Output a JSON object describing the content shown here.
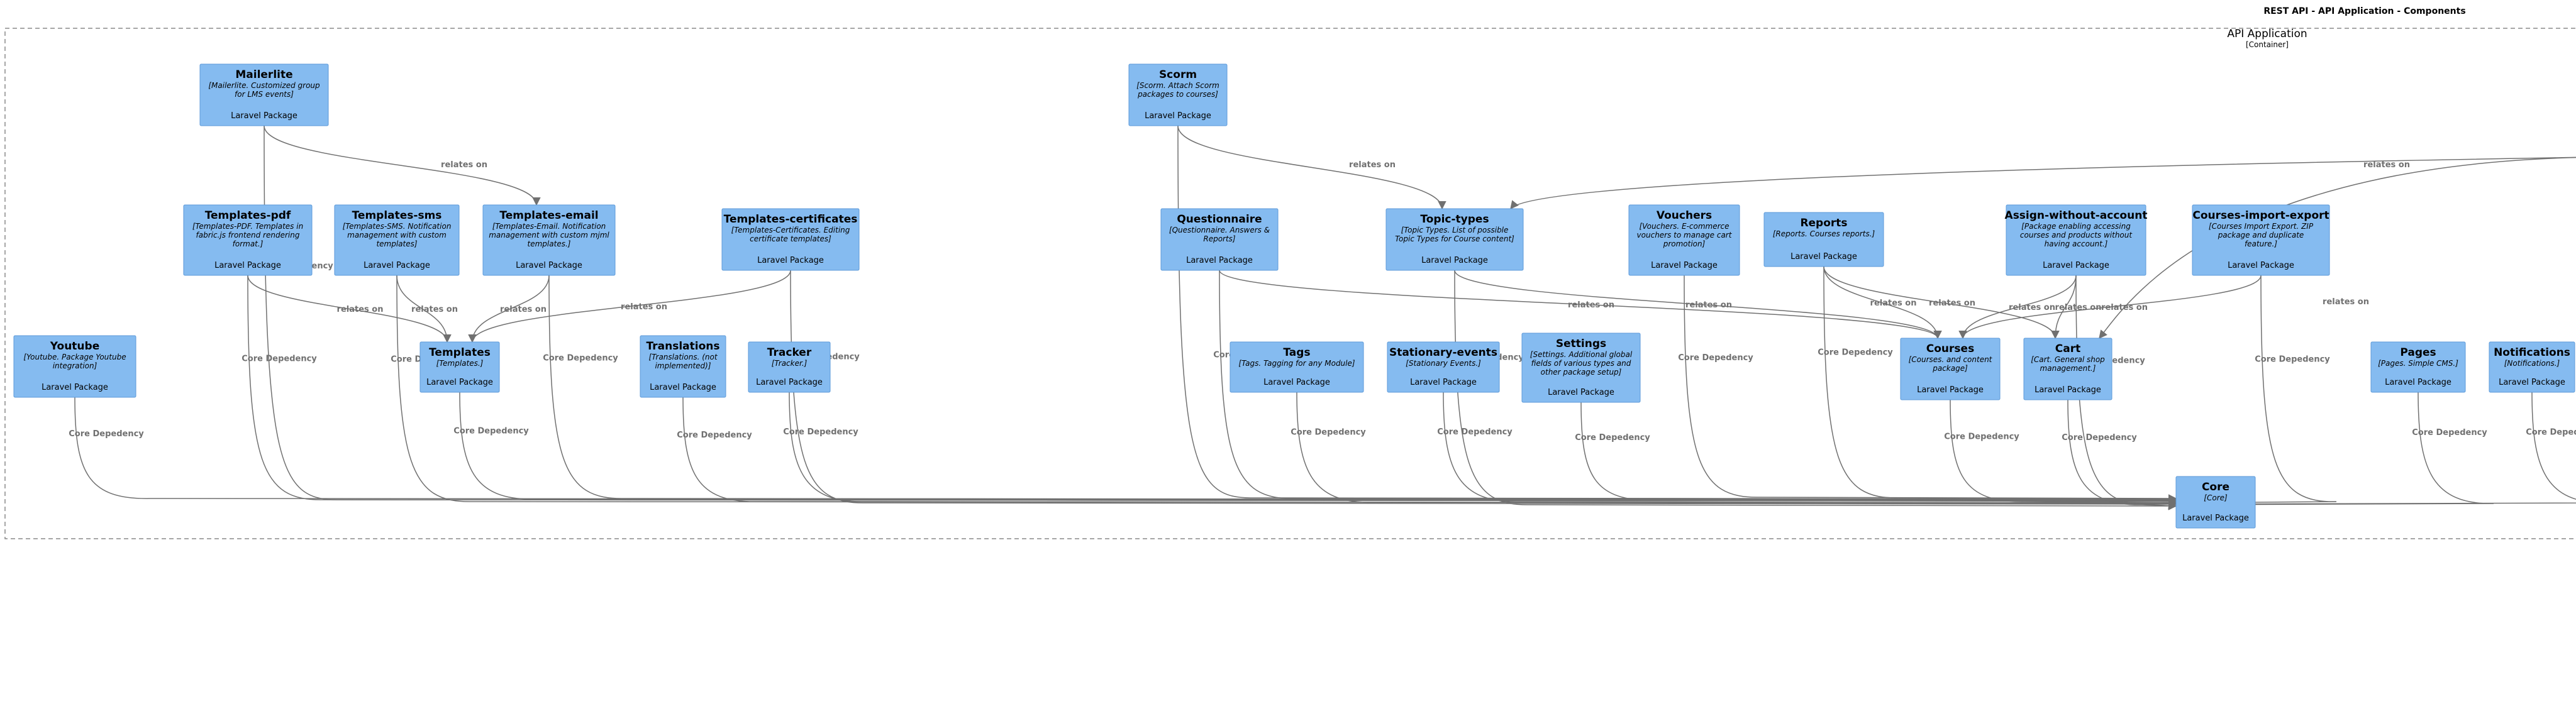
{
  "title": "REST API - API Application - Components",
  "boundary": {
    "name": "API Application",
    "type": "[Container]"
  },
  "nodes": [
    {
      "id": "mailerlite",
      "name": "Mailerlite",
      "desc": [
        "[Mailerlite. Customized group",
        "for LMS events]"
      ],
      "tech": "Laravel Package"
    },
    {
      "id": "scorm",
      "name": "Scorm",
      "desc": [
        "[Scorm. Attach Scorm",
        "packages to courses]"
      ],
      "tech": "Laravel Package"
    },
    {
      "id": "templates-pdf",
      "name": "Templates-pdf",
      "desc": [
        "[Templates-PDF. Templates in",
        "fabric.js frontend rendering",
        "format.]"
      ],
      "tech": "Laravel Package"
    },
    {
      "id": "templates-sms",
      "name": "Templates-sms",
      "desc": [
        "[Templates-SMS. Notification",
        "management with custom",
        "templates]"
      ],
      "tech": "Laravel Package"
    },
    {
      "id": "templates-email",
      "name": "Templates-email",
      "desc": [
        "[Templates-Email. Notification",
        "management with custom mjml",
        "templates.]"
      ],
      "tech": "Laravel Package"
    },
    {
      "id": "templates-certificates",
      "name": "Templates-certificates",
      "desc": [
        "[Templates-Certificates. Editing",
        "certificate templates]"
      ],
      "tech": "Laravel Package"
    },
    {
      "id": "questionnaire",
      "name": "Questionnaire",
      "desc": [
        "[Questionnaire. Answers &",
        "Reports]"
      ],
      "tech": "Laravel Package"
    },
    {
      "id": "topic-types",
      "name": "Topic-types",
      "desc": [
        "[Topic Types. List of possible",
        "Topic Types for Course content]"
      ],
      "tech": "Laravel Package"
    },
    {
      "id": "vouchers",
      "name": "Vouchers",
      "desc": [
        "[Vouchers. E-commerce",
        "vouchers to manage cart",
        "promotion]"
      ],
      "tech": "Laravel Package"
    },
    {
      "id": "reports",
      "name": "Reports",
      "desc": [
        "[Reports. Courses reports.]"
      ],
      "tech": "Laravel Package"
    },
    {
      "id": "assign-without-account",
      "name": "Assign-without-account",
      "desc": [
        "[Package enabling accessing",
        "courses and products without",
        "having account.]"
      ],
      "tech": "Laravel Package"
    },
    {
      "id": "courses-import-export",
      "name": "Courses-import-export",
      "desc": [
        "[Courses Import Export. ZIP",
        "package and duplicate",
        "feature.]"
      ],
      "tech": "Laravel Package"
    },
    {
      "id": "youtube",
      "name": "Youtube",
      "desc": [
        "[Youtube. Package Youtube",
        "integration]"
      ],
      "tech": "Laravel Package"
    },
    {
      "id": "templates",
      "name": "Templates",
      "desc": [
        "[Templates.]"
      ],
      "tech": "Laravel Package"
    },
    {
      "id": "translations",
      "name": "Translations",
      "desc": [
        "[Translations. (not",
        "implemented)]"
      ],
      "tech": "Laravel Package"
    },
    {
      "id": "tracker",
      "name": "Tracker",
      "desc": [
        "[Tracker.]"
      ],
      "tech": "Laravel Package"
    },
    {
      "id": "tags",
      "name": "Tags",
      "desc": [
        "[Tags. Tagging for any Module]"
      ],
      "tech": "Laravel Package"
    },
    {
      "id": "stationary-events",
      "name": "Stationary-events",
      "desc": [
        "[Stationary Events.]"
      ],
      "tech": "Laravel Package"
    },
    {
      "id": "settings",
      "name": "Settings",
      "desc": [
        "[Settings. Additional global",
        "fields of various types and",
        "other package setup]"
      ],
      "tech": "Laravel Package"
    },
    {
      "id": "courses",
      "name": "Courses",
      "desc": [
        "[Courses. and content",
        "package]"
      ],
      "tech": "Laravel Package"
    },
    {
      "id": "cart",
      "name": "Cart",
      "desc": [
        "[Cart. General shop",
        "management.]"
      ],
      "tech": "Laravel Package"
    },
    {
      "id": "pages",
      "name": "Pages",
      "desc": [
        "[Pages. Simple CMS.]"
      ],
      "tech": "Laravel Package"
    },
    {
      "id": "notifications",
      "name": "Notifications",
      "desc": [
        "[Notifications.]"
      ],
      "tech": "Laravel Package"
    },
    {
      "id": "core",
      "name": "Core",
      "desc": [
        "[Core]"
      ],
      "tech": "Laravel Package"
    }
  ],
  "relations": [
    {
      "from": "mailerlite",
      "to": "templates-email",
      "label": "relates on"
    },
    {
      "from": "scorm",
      "to": "topic-types",
      "label": "relates on"
    },
    {
      "from": "offscreen-right",
      "to": "topic-types",
      "label": "relates on"
    },
    {
      "from": "templates-pdf",
      "to": "templates",
      "label": "relates on"
    },
    {
      "from": "templates-sms",
      "to": "templates",
      "label": "relates on"
    },
    {
      "from": "templates-email",
      "to": "templates",
      "label": "relates on"
    },
    {
      "from": "templates-certificates",
      "to": "templates",
      "label": "relates on"
    },
    {
      "from": "questionnaire",
      "to": "courses",
      "label": "relates on"
    },
    {
      "from": "topic-types",
      "to": "courses",
      "label": "relates on"
    },
    {
      "from": "reports",
      "to": "courses",
      "label": "relates on"
    },
    {
      "from": "reports",
      "to": "cart",
      "label": "relates on"
    },
    {
      "from": "assign-without-account",
      "to": "courses",
      "label": "relates on"
    },
    {
      "from": "assign-without-account",
      "to": "cart",
      "label": "relates on"
    },
    {
      "from": "courses-import-export",
      "to": "courses",
      "label": "relates on"
    },
    {
      "from": "offscreen-right",
      "to": "cart",
      "label": "relates on"
    },
    {
      "from": "mailerlite",
      "to": "core",
      "label": "Core Depedency"
    },
    {
      "from": "templates-pdf",
      "to": "core",
      "label": "Core Depedency"
    },
    {
      "from": "templates-sms",
      "to": "core",
      "label": "Core Depedency"
    },
    {
      "from": "templates-email",
      "to": "core",
      "label": "Core Depedency"
    },
    {
      "from": "templates-certificates",
      "to": "core",
      "label": "Core Depedency"
    },
    {
      "from": "scorm",
      "to": "core",
      "label": "Core Depedency"
    },
    {
      "from": "questionnaire",
      "to": "core",
      "label": "Core Depedency"
    },
    {
      "from": "topic-types",
      "to": "core",
      "label": "Core Depedency"
    },
    {
      "from": "vouchers",
      "to": "core",
      "label": "Core Depedency"
    },
    {
      "from": "reports",
      "to": "core",
      "label": "Core Depedency"
    },
    {
      "from": "assign-without-account",
      "to": "core",
      "label": "Core Depedency"
    },
    {
      "from": "courses-import-export",
      "to": "core",
      "label": "Core Depedency"
    },
    {
      "from": "youtube",
      "to": "core",
      "label": "Core Depedency"
    },
    {
      "from": "templates",
      "to": "core",
      "label": "Core Depedency"
    },
    {
      "from": "translations",
      "to": "core",
      "label": "Core Depedency"
    },
    {
      "from": "tracker",
      "to": "core",
      "label": "Core Depedency"
    },
    {
      "from": "tags",
      "to": "core",
      "label": "Core Depedency"
    },
    {
      "from": "stationary-events",
      "to": "core",
      "label": "Core Depedency"
    },
    {
      "from": "settings",
      "to": "core",
      "label": "Core Depedency"
    },
    {
      "from": "courses",
      "to": "core",
      "label": "Core Depedency"
    },
    {
      "from": "cart",
      "to": "core",
      "label": "Core Depedency"
    },
    {
      "from": "pages",
      "to": "core",
      "label": "Core Depedency"
    },
    {
      "from": "notifications",
      "to": "core",
      "label": "Core Depedency"
    }
  ],
  "colors": {
    "node_fill": "#85bbf0",
    "node_stroke": "#5d9ad8",
    "edge": "#707070"
  }
}
